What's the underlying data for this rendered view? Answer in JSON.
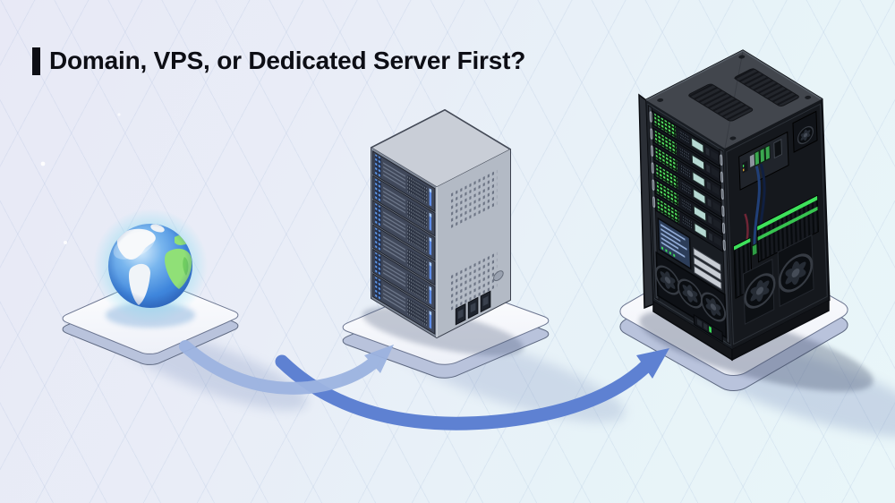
{
  "title": {
    "text": "Domain, VPS, or Dedicated Server First?"
  },
  "scene": {
    "stages": [
      {
        "id": "domain",
        "icon": "globe-icon"
      },
      {
        "id": "vps",
        "icon": "vps-tower-icon",
        "led_color": "#5f9df2",
        "slot_color": "#5d8cea"
      },
      {
        "id": "dedicated-server",
        "icon": "server-rack-icon",
        "led_color": "#55e764",
        "accent_color": "#3ee25b"
      }
    ],
    "arrows": [
      {
        "id": "domain-to-vps",
        "color": "#9cb3e0"
      },
      {
        "id": "vps-to-dedicated",
        "color": "#5e81d2"
      }
    ],
    "background": {
      "top_left": "#e8e9f6",
      "bottom_right": "#e9f6f9",
      "grid_color": "#8ca5cd"
    }
  }
}
